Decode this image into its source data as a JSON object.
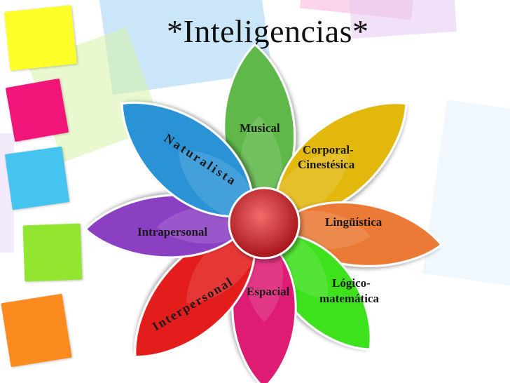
{
  "title": "*Inteligencias*",
  "petals": [
    {
      "id": "musical",
      "lines": [
        "Musical"
      ],
      "color": "#5fb84a"
    },
    {
      "id": "corporal",
      "lines": [
        "Corporal-",
        "Cinestésica"
      ],
      "color": "#e3b80c"
    },
    {
      "id": "linguistica",
      "lines": [
        "Lingüística"
      ],
      "color": "#ea7a36"
    },
    {
      "id": "logico",
      "lines": [
        "Lógico-",
        "matemática"
      ],
      "color": "#3ee11a"
    },
    {
      "id": "espacial",
      "lines": [
        "Espacial"
      ],
      "color": "#de1f73"
    },
    {
      "id": "interpersonal",
      "lines": [
        "Interpersonal"
      ],
      "color": "#e31d1d"
    },
    {
      "id": "intrapersonal",
      "lines": [
        "Intrapersonal"
      ],
      "color": "#8b3fc4"
    },
    {
      "id": "naturalista",
      "lines": [
        "Naturalista"
      ],
      "color": "#2a93d6"
    }
  ],
  "center_color": "#c8282d",
  "background_squares": [
    "#fcff2a",
    "#f2157a",
    "#44c4ee",
    "#92e62f",
    "#fb8b1e"
  ]
}
